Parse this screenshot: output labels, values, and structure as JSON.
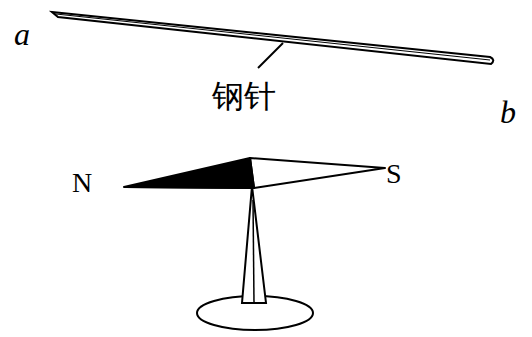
{
  "diagram": {
    "labels": [
      "a",
      "b",
      "钢针",
      "N",
      "S"
    ]
  }
}
